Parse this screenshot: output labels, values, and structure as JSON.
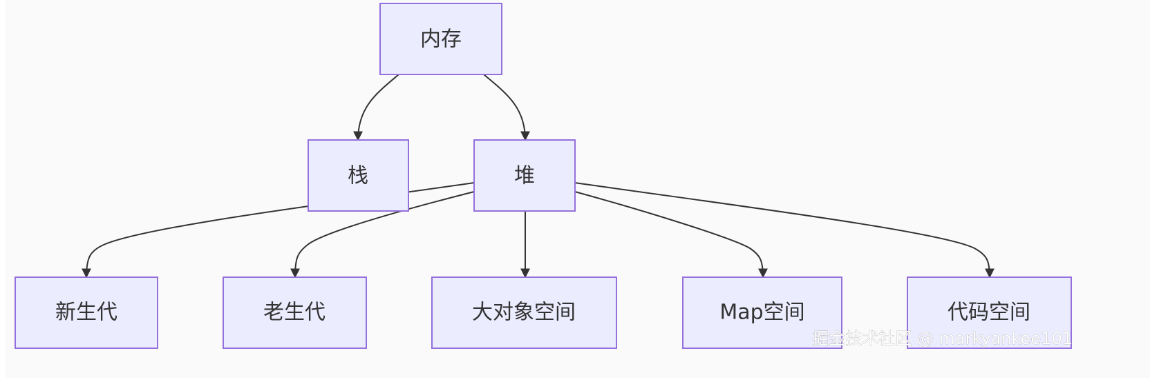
{
  "diagram": {
    "type": "flowchart",
    "nodes": [
      {
        "id": "memory",
        "label": "内存"
      },
      {
        "id": "stack",
        "label": "栈"
      },
      {
        "id": "heap",
        "label": "堆"
      },
      {
        "id": "young",
        "label": "新生代"
      },
      {
        "id": "old",
        "label": "老生代"
      },
      {
        "id": "large",
        "label": "大对象空间"
      },
      {
        "id": "map",
        "label": "Map空间"
      },
      {
        "id": "code",
        "label": "代码空间"
      }
    ],
    "edges": [
      {
        "from": "memory",
        "to": "stack"
      },
      {
        "from": "memory",
        "to": "heap"
      },
      {
        "from": "heap",
        "to": "young"
      },
      {
        "from": "heap",
        "to": "old"
      },
      {
        "from": "heap",
        "to": "large"
      },
      {
        "from": "heap",
        "to": "map"
      },
      {
        "from": "heap",
        "to": "code"
      }
    ],
    "colors": {
      "node_fill": "#ececff",
      "node_stroke": "#9370db",
      "edge": "#333333",
      "background": "#fafafa"
    }
  },
  "watermark": "掘金技术社区 @ markyankee101"
}
